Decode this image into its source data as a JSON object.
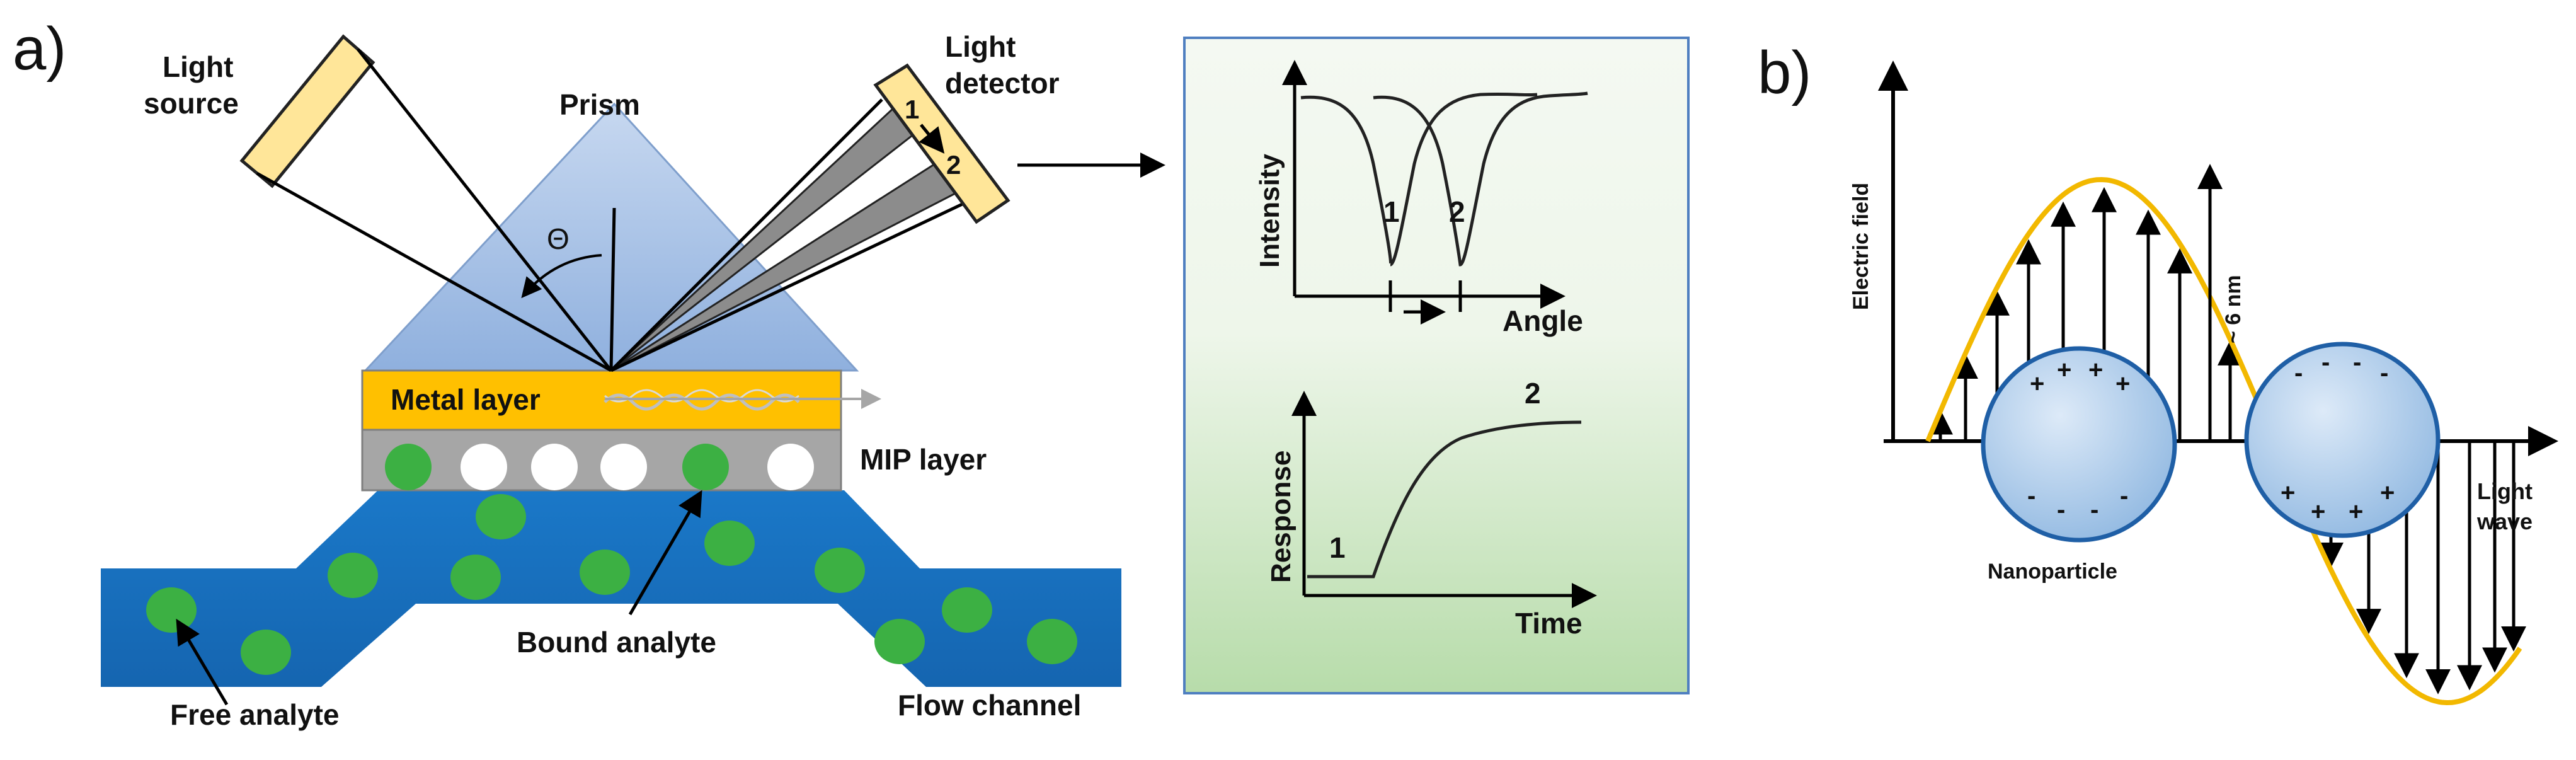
{
  "panel_a": {
    "letter": "a)",
    "light_source": [
      "Light",
      "source"
    ],
    "light_detector": [
      "Light",
      "detector"
    ],
    "prism": "Prism",
    "theta": "Θ",
    "detector_pos1": "1",
    "detector_pos2": "2",
    "metal_layer": "Metal layer",
    "mip_layer": "MIP layer",
    "bound_analyte": "Bound analyte",
    "free_analyte": "Free analyte",
    "flow_channel": "Flow channel"
  },
  "inset": {
    "top_chart": {
      "ylabel": "Intensity",
      "xlabel": "Angle",
      "curve_labels": [
        "1",
        "2"
      ]
    },
    "bottom_chart": {
      "ylabel": "Response",
      "xlabel": "Time",
      "curve_labels": [
        "1",
        "2"
      ]
    }
  },
  "panel_b": {
    "letter": "b)",
    "ylabel": "Electric field",
    "scale_label": "~ 6 nm",
    "nanoparticle": "Nanoparticle",
    "light_wave": [
      "Light",
      "wave"
    ],
    "charge_plus": "+",
    "charge_minus": "-"
  },
  "colors": {
    "prism": "#a8c1e6",
    "metal": "#ffc000",
    "mip": "#a6a6a6",
    "flow": "#1e73be",
    "analyte": "#3cb043",
    "inset_bg_top": "#f2f8f0",
    "inset_bg_bottom": "#b6dcaa",
    "light_box": "#ffe699",
    "wave": "#f2b800",
    "particle": "#9dc3e6"
  }
}
